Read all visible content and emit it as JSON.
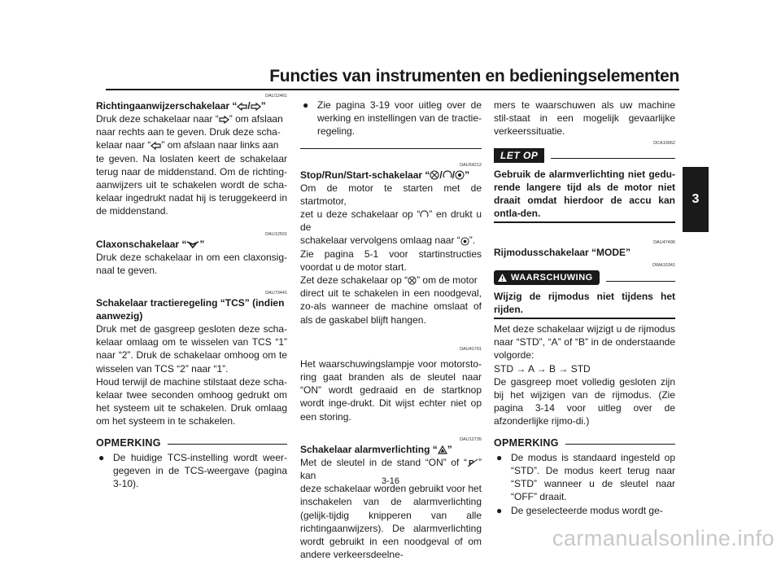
{
  "header": {
    "title": "Functies van instrumenten en bedieningselementen"
  },
  "chapter_tab": "3",
  "page_number": "3-16",
  "watermark": "carmanualsonline.info",
  "col1": {
    "code1": "DAU12461",
    "turn_head_a": "Richtingaanwijzerschakelaar “",
    "turn_head_sep": "/",
    "turn_head_b": "”",
    "turn_l1a": "Druk deze schakelaar naar “",
    "turn_l1b": "” om afslaan",
    "turn_l2": "naar rechts aan te geven. Druk deze scha-",
    "turn_l3a": "kelaar naar “",
    "turn_l3b": "” om afslaan naar links aan",
    "turn_rest": "te geven. Na loslaten keert de schakelaar terug naar de middenstand. Om de richting-aanwijzers uit te schakelen wordt de scha-kelaar ingedrukt nadat hij is teruggekeerd in de middenstand.",
    "code2": "DAU12501",
    "horn_head_a": "Claxonschakelaar “",
    "horn_head_b": "”",
    "horn_body": "Druk deze schakelaar in om een claxonsig-naal te geven.",
    "code3": "DAU73441",
    "tcs_head": "Schakelaar tractieregeling “TCS” (indien aanwezig)",
    "tcs_body": "Druk met de gasgreep gesloten deze scha-kelaar omlaag om te wisselen van TCS “1” naar “2”. Druk de schakelaar omhoog om te wisselen van TCS “2” naar “1”.\nHoud terwijl de machine stilstaat deze scha-kelaar twee seconden omhoog gedrukt om het systeem uit te schakelen. Druk omlaag om het systeem in te schakelen.",
    "note_label": "OPMERKING",
    "note_item": "De huidige TCS-instelling wordt weer-gegeven in de TCS-weergave (pagina 3-10)."
  },
  "col2": {
    "bullet_top": "Zie pagina 3-19 voor uitleg over de werking en instellingen van de tractie-regeling.",
    "code1": "DAU54212",
    "stop_head_a": "Stop/Run/Start-schakelaar “",
    "stop_head_b": "”",
    "stop_l1": "Om de motor te starten met de startmotor,",
    "stop_l2a": "zet u deze schakelaar op “",
    "stop_l2b": "” en drukt u de",
    "stop_l3a": "schakelaar vervolgens omlaag naar “",
    "stop_l3b": "”.",
    "stop_rest": "Zie pagina 5-1 voor startinstructies voordat u de motor start.",
    "stop_l5a": "Zet deze schakelaar op “",
    "stop_l5b": "” om de motor",
    "stop_rest2": "direct uit te schakelen in een noodgeval, zo-als wanneer de machine omslaat of als de gaskabel blijft hangen.",
    "code2": "DAU41701",
    "warn_lamp": "Het waarschuwingslampje voor motorsto-ring gaat branden als de sleutel naar “ON” wordt gedraaid en de startknop wordt inge-drukt. Dit wijst echter niet op een storing.",
    "code3": "DAU12735",
    "hazard_head_a": "Schakelaar alarmverlichting “",
    "hazard_head_b": "”",
    "hazard_l1a": "Met de sleutel in de stand “ON” of “",
    "hazard_l1b": "” kan",
    "hazard_rest": "deze schakelaar worden gebruikt voor het inschakelen van de alarmverlichting (gelijk-tijdig knipperen van alle richtingaanwijzers). De alarmverlichting wordt gebruikt in een noodgeval of om andere verkeersdeelne-"
  },
  "col3": {
    "cont": "mers te waarschuwen als uw machine stil-staat in een mogelijk gevaarlijke verkeerssituatie.",
    "code1": "DCA10062",
    "caution_label": "LET OP",
    "caution_text": "Gebruik de alarmverlichting niet gedu-rende langere tijd als de motor niet draait omdat hierdoor de accu kan ontla-den.",
    "code2": "DAU47496",
    "mode_head": "Rijmodusschakelaar “MODE”",
    "code3": "DWA15341",
    "warning_label": "WAARSCHUWING",
    "warning_text": "Wijzig de rijmodus niet tijdens het rijden.",
    "mode_body1": "Met deze schakelaar wijzigt u de rijmodus naar “STD”, “A” of “B” in de onderstaande volgorde:",
    "mode_seq": "STD → A → B → STD",
    "mode_body2": "De gasgreep moet volledig gesloten zijn bij het wijzigen van de rijmodus. (Zie pagina 3-14 voor uitleg over de afzonderlijke rijmo-di.)",
    "note_label": "OPMERKING",
    "note_item1": "De modus is standaard ingesteld op “STD”. De modus keert terug naar “STD” wanneer u de sleutel naar “OFF” draait.",
    "note_item2": "De geselecteerde modus wordt ge-"
  }
}
